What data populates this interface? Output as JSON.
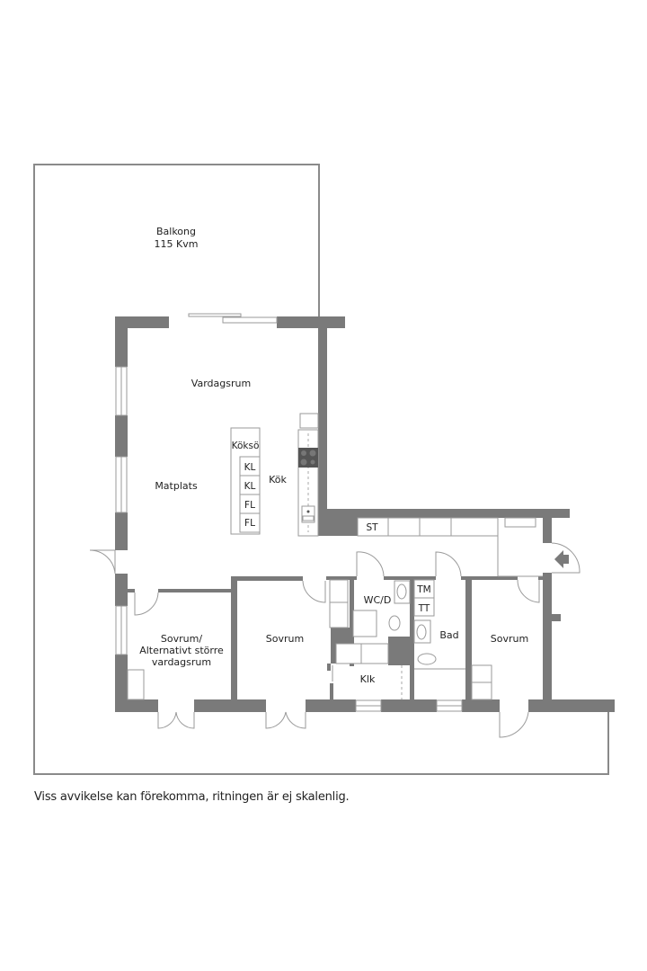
{
  "plan": {
    "balcony": {
      "name": "Balkong",
      "area": "115 Kvm"
    },
    "rooms": {
      "vardagsrum": "Vardagsrum",
      "matplats": "Matplats",
      "kok": "Kök",
      "koksö": "Köksö",
      "sovrum_alt_line1": "Sovrum/",
      "sovrum_alt_line2": "Alternativt större",
      "sovrum_alt_line3": "vardagsrum",
      "sovrum_middle": "Sovrum",
      "sovrum_right": "Sovrum",
      "wcd": "WC/D",
      "bad": "Bad",
      "klk": "Klk"
    },
    "appliances": {
      "kl1": "KL",
      "kl2": "KL",
      "fl1": "FL",
      "fl2": "FL",
      "st": "ST",
      "tm": "TM",
      "tt": "TT"
    },
    "icons": [
      "entrance-arrow-icon",
      "stove-icon",
      "sink-icon",
      "toilet-icon",
      "washbasin-icon",
      "shower-icon"
    ],
    "colors": {
      "wall": "#7a7a7a",
      "line": "#9a9a9a",
      "text": "#222222"
    }
  },
  "footer": {
    "disclaimer": "Viss avvikelse kan förekomma, ritningen är ej skalenlig."
  }
}
